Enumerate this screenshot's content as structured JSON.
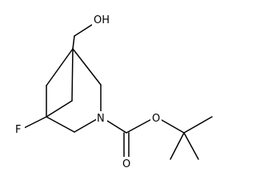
{
  "molecule": {
    "atoms": {
      "hydroxyl": "OH",
      "fluorine": "F",
      "ring_nitrogen": "N",
      "ester_oxygen": "O",
      "carbonyl_oxygen": "O"
    }
  }
}
